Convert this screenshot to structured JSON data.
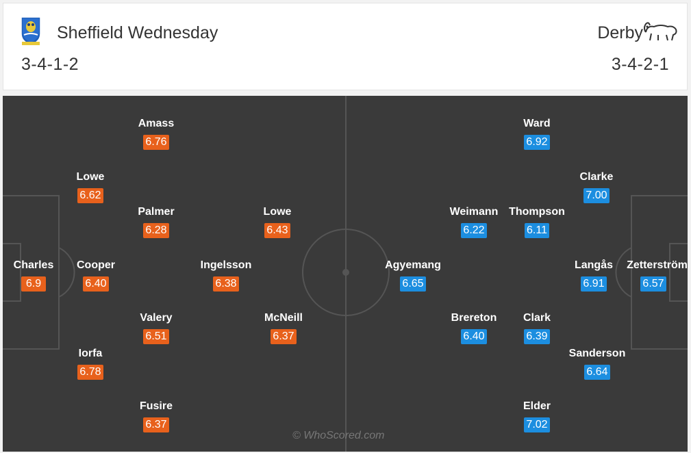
{
  "home": {
    "name": "Sheffield Wednesday",
    "formation": "3-4-1-2",
    "color": "#e8611c",
    "crest_icon": "owl-crest-icon",
    "players": [
      {
        "name": "Charles",
        "rating": "6.9"
      },
      {
        "name": "Lowe",
        "rating": "6.62"
      },
      {
        "name": "Cooper",
        "rating": "6.40"
      },
      {
        "name": "Iorfa",
        "rating": "6.78"
      },
      {
        "name": "Amass",
        "rating": "6.76"
      },
      {
        "name": "Palmer",
        "rating": "6.28"
      },
      {
        "name": "Valery",
        "rating": "6.51"
      },
      {
        "name": "Fusire",
        "rating": "6.37"
      },
      {
        "name": "Ingelsson",
        "rating": "6.38"
      },
      {
        "name": "Lowe",
        "rating": "6.43"
      },
      {
        "name": "McNeill",
        "rating": "6.37"
      }
    ]
  },
  "away": {
    "name": "Derby",
    "formation": "3-4-2-1",
    "color": "#1c8ee0",
    "crest_icon": "ram-crest-icon",
    "players": [
      {
        "name": "Zetterström",
        "rating": "6.57"
      },
      {
        "name": "Clarke",
        "rating": "7.00"
      },
      {
        "name": "Langås",
        "rating": "6.91"
      },
      {
        "name": "Sanderson",
        "rating": "6.64"
      },
      {
        "name": "Ward",
        "rating": "6.92"
      },
      {
        "name": "Thompson",
        "rating": "6.11"
      },
      {
        "name": "Clark",
        "rating": "6.39"
      },
      {
        "name": "Elder",
        "rating": "7.02"
      },
      {
        "name": "Weimann",
        "rating": "6.22"
      },
      {
        "name": "Brereton",
        "rating": "6.40"
      },
      {
        "name": "Agyemang",
        "rating": "6.65"
      }
    ]
  },
  "watermark": "© WhoScored.com"
}
